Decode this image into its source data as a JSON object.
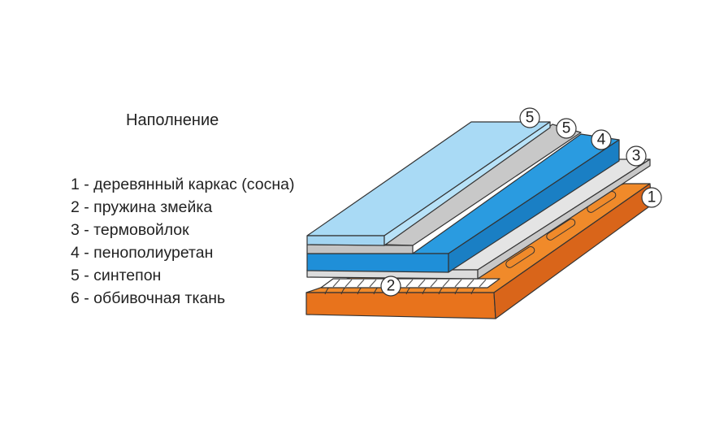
{
  "title": "Наполнение",
  "legend": [
    "1 - деревянный каркас (сосна)",
    "2 - пружина змейка",
    "3 - термовойлок",
    "4 - пенополиуретан",
    "5 - синтепон",
    "6 - оббивочная ткань"
  ],
  "callouts": [
    "5",
    "5",
    "4",
    "3",
    "1",
    "2"
  ],
  "colors": {
    "frame": "#e8731c",
    "spring_padding": "#d9d9d9",
    "foam": "#1f8fd8",
    "synthetic": "#c8c8c8",
    "fabric": "#a9daf5"
  }
}
